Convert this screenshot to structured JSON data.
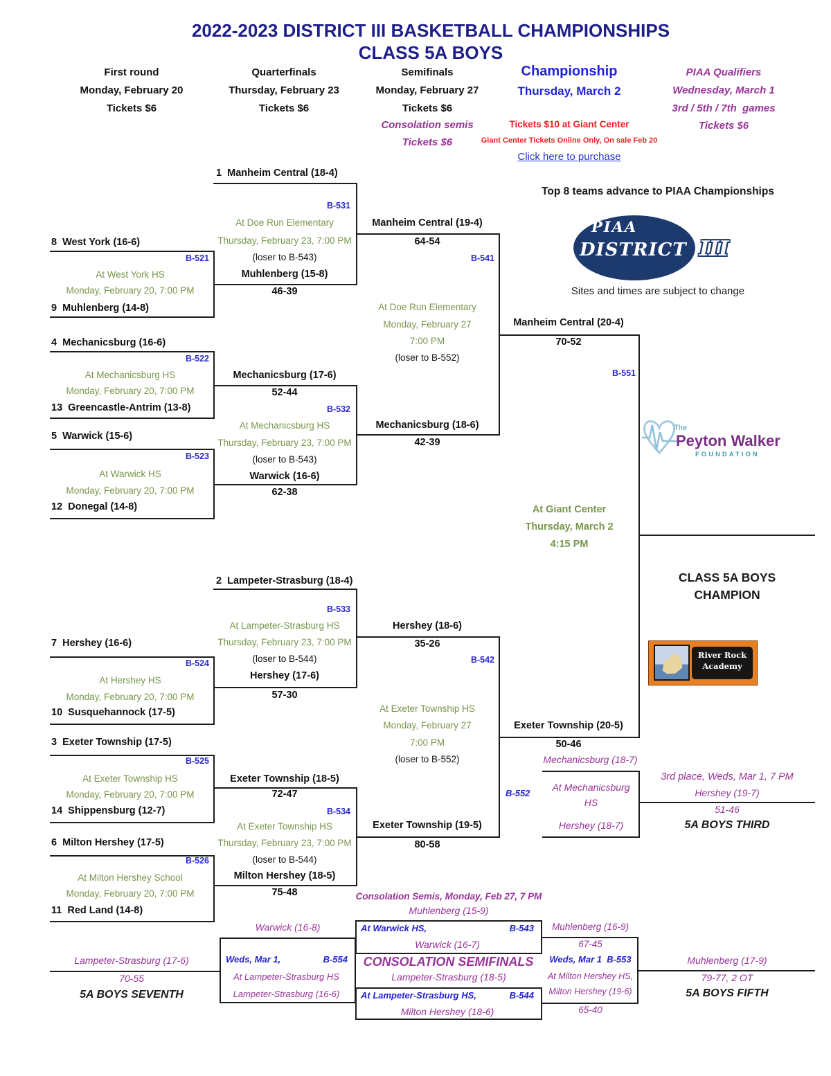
{
  "header": {
    "title1": "2022-2023 DISTRICT III BASKETBALL CHAMPIONSHIPS",
    "title2": "CLASS 5A BOYS",
    "col_first_round": {
      "name": "First round",
      "date": "Monday, February 20",
      "tickets": "Tickets $6"
    },
    "col_quarterfinals": {
      "name": "Quarterfinals",
      "date": "Thursday, February 23",
      "tickets": "Tickets $6"
    },
    "col_semifinals": {
      "name": "Semifinals",
      "date": "Monday, February 27",
      "tickets": "Tickets $6",
      "consolation": "Consolation semis",
      "consolation_tickets": "Tickets $6"
    },
    "col_championship": {
      "name": "Championship",
      "date": "Thursday, March 2",
      "tickets": "Tickets $10 at Giant Center",
      "note": "Giant Center Tickets Online Only, On sale Feb 20",
      "link": "Click here to purchase"
    },
    "col_piaa": {
      "name": "PIAA Qualifiers",
      "date": "Wednesday, March 1",
      "games": "3rd / 5th / 7th  games",
      "tickets": "Tickets $6"
    },
    "advance_note": "Top 8 teams advance to PIAA Championships",
    "sites_note": "Sites and times are subject to change"
  },
  "logos": {
    "piaa": {
      "top": "PIAA",
      "main": "DISTRICT",
      "suffix": "III"
    },
    "peyton": {
      "the": "The",
      "name": "Peyton Walker",
      "foundation": "FOUNDATION"
    },
    "riverrock": {
      "line1": "River Rock",
      "line2": "Academy"
    }
  },
  "round1": [
    {
      "code": "B-521",
      "top": "8  West York (16-6)",
      "site": "At West York HS",
      "when": "Monday, February 20, 7:00 PM",
      "bottom": "9  Muhlenberg (14-8)"
    },
    {
      "code": "B-522",
      "top": "4  Mechanicsburg (16-6)",
      "site": "At Mechanicsburg HS",
      "when": "Monday, February 20, 7:00 PM",
      "bottom": "13  Greencastle-Antrim (13-8)"
    },
    {
      "code": "B-523",
      "top": "5  Warwick (15-6)",
      "site": "At Warwick HS",
      "when": "Monday, February 20, 7:00 PM",
      "bottom": "12  Donegal (14-8)"
    },
    {
      "code": "B-524",
      "top": "7  Hershey (16-6)",
      "site": "At Hershey HS",
      "when": "Monday, February 20, 7:00 PM",
      "bottom": "10  Susquehannock (17-5)"
    },
    {
      "code": "B-525",
      "top": "3  Exeter Township (17-5)",
      "site": "At Exeter Township HS",
      "when": "Monday, February 20, 7:00 PM",
      "bottom": "14  Shippensburg (12-7)"
    },
    {
      "code": "B-526",
      "top": "6  Milton Hershey (17-5)",
      "site": "At Milton Hershey School",
      "when": "Monday, February 20, 7:00 PM",
      "bottom": "11  Red Land (14-8)"
    }
  ],
  "quarterfinals": [
    {
      "code": "B-531",
      "top": "1  Manheim Central (18-4)",
      "site": "At Doe Run Elementary",
      "when": "Thursday, February 23, 7:00 PM",
      "loser": "(loser to B-543)",
      "bottom": "Muhlenberg (15-8)",
      "score": "46-39"
    },
    {
      "code": "B-532",
      "top": "Mechanicsburg (17-6)",
      "top_score": "52-44",
      "site": "At Mechanicsburg HS",
      "when": "Thursday, February 23, 7:00 PM",
      "loser": "(loser to B-543)",
      "bottom": "Warwick (16-6)",
      "score": "62-38"
    },
    {
      "code": "B-533",
      "top": "2  Lampeter-Strasburg (18-4)",
      "site": "At Lampeter-Strasburg HS",
      "when": "Thursday, February 23, 7:00 PM",
      "loser": "(loser to B-544)",
      "bottom": "Hershey (17-6)",
      "score": "57-30"
    },
    {
      "code": "B-534",
      "top": "Exeter Township (18-5)",
      "top_score": "72-47",
      "site": "At Exeter Township HS",
      "when": "Thursday, February 23, 7:00 PM",
      "loser": "(loser to B-544)",
      "bottom": "Milton Hershey (18-5)",
      "score": "75-48"
    }
  ],
  "semifinals": [
    {
      "code": "B-541",
      "top": "Manheim Central (19-4)",
      "top_score": "64-54",
      "site": "At Doe Run Elementary",
      "date": "Monday, February 27",
      "time": "7:00 PM",
      "loser": "(loser to B-552)",
      "bottom": "Mechanicsburg (18-6)",
      "bottom_score": "42-39"
    },
    {
      "code": "B-542",
      "top": "Hershey (18-6)",
      "top_score": "35-26",
      "site": "At Exeter Township HS",
      "date": "Monday, February 27",
      "time": "7:00 PM",
      "loser": "(loser to B-552)",
      "bottom": "Exeter Township (19-5)",
      "bottom_score": "80-58"
    }
  ],
  "final": {
    "code": "B-551",
    "top": "Manheim Central (20-4)",
    "top_score": "70-52",
    "site": "At Giant Center",
    "date": "Thursday, March 2",
    "time": "4:15 PM",
    "bottom": "Exeter Township (20-5)",
    "bottom_score": "50-46",
    "champion1": "CLASS 5A BOYS",
    "champion2": "CHAMPION"
  },
  "third": {
    "code": "B-552",
    "header": "3rd place, Weds, Mar 1, 7 PM",
    "top": "Mechanicsburg (18-7)",
    "site1": "At Mechanicsburg",
    "site2": "HS",
    "bottom": "Hershey (18-7)",
    "winner": "Hershey (19-7)",
    "score": "51-46",
    "label": "5A BOYS THIRD"
  },
  "consolation": {
    "header": "Consolation Semis, Monday, Feb 27, 7 PM",
    "title": "CONSOLATION SEMIFINALS",
    "b543": {
      "code": "B-543",
      "above": "Muhlenberg (15-9)",
      "site": "At Warwick HS,",
      "inside": "Warwick (16-7)"
    },
    "b544": {
      "code": "B-544",
      "above": "Lampeter-Strasburg (18-5)",
      "site": "At Lampeter-Strasburg HS,",
      "inside": "Milton Hershey (18-6)"
    }
  },
  "fifth": {
    "top": "Muhlenberg (16-9)",
    "top_score": "67-45",
    "when": "Weds, Mar 1  B-553",
    "site": "At Milton Hershey HS,",
    "bottom": "Milton Hershey (19-6)",
    "bottom_score": "65-40",
    "winner": "Muhlenberg (17-9)",
    "score": "79-77, 2 OT",
    "label": "5A BOYS FIFTH"
  },
  "seventh": {
    "code": "B-554",
    "entrant_top": "Warwick (16-8)",
    "when": "Weds, Mar 1,",
    "site": "At Lampeter-Strasburg HS",
    "entrant_bottom": "Lampeter-Strasburg (16-6)",
    "winner": "Lampeter-Strasburg (17-6)",
    "score": "70-55",
    "label": "5A BOYS SEVENTH"
  }
}
